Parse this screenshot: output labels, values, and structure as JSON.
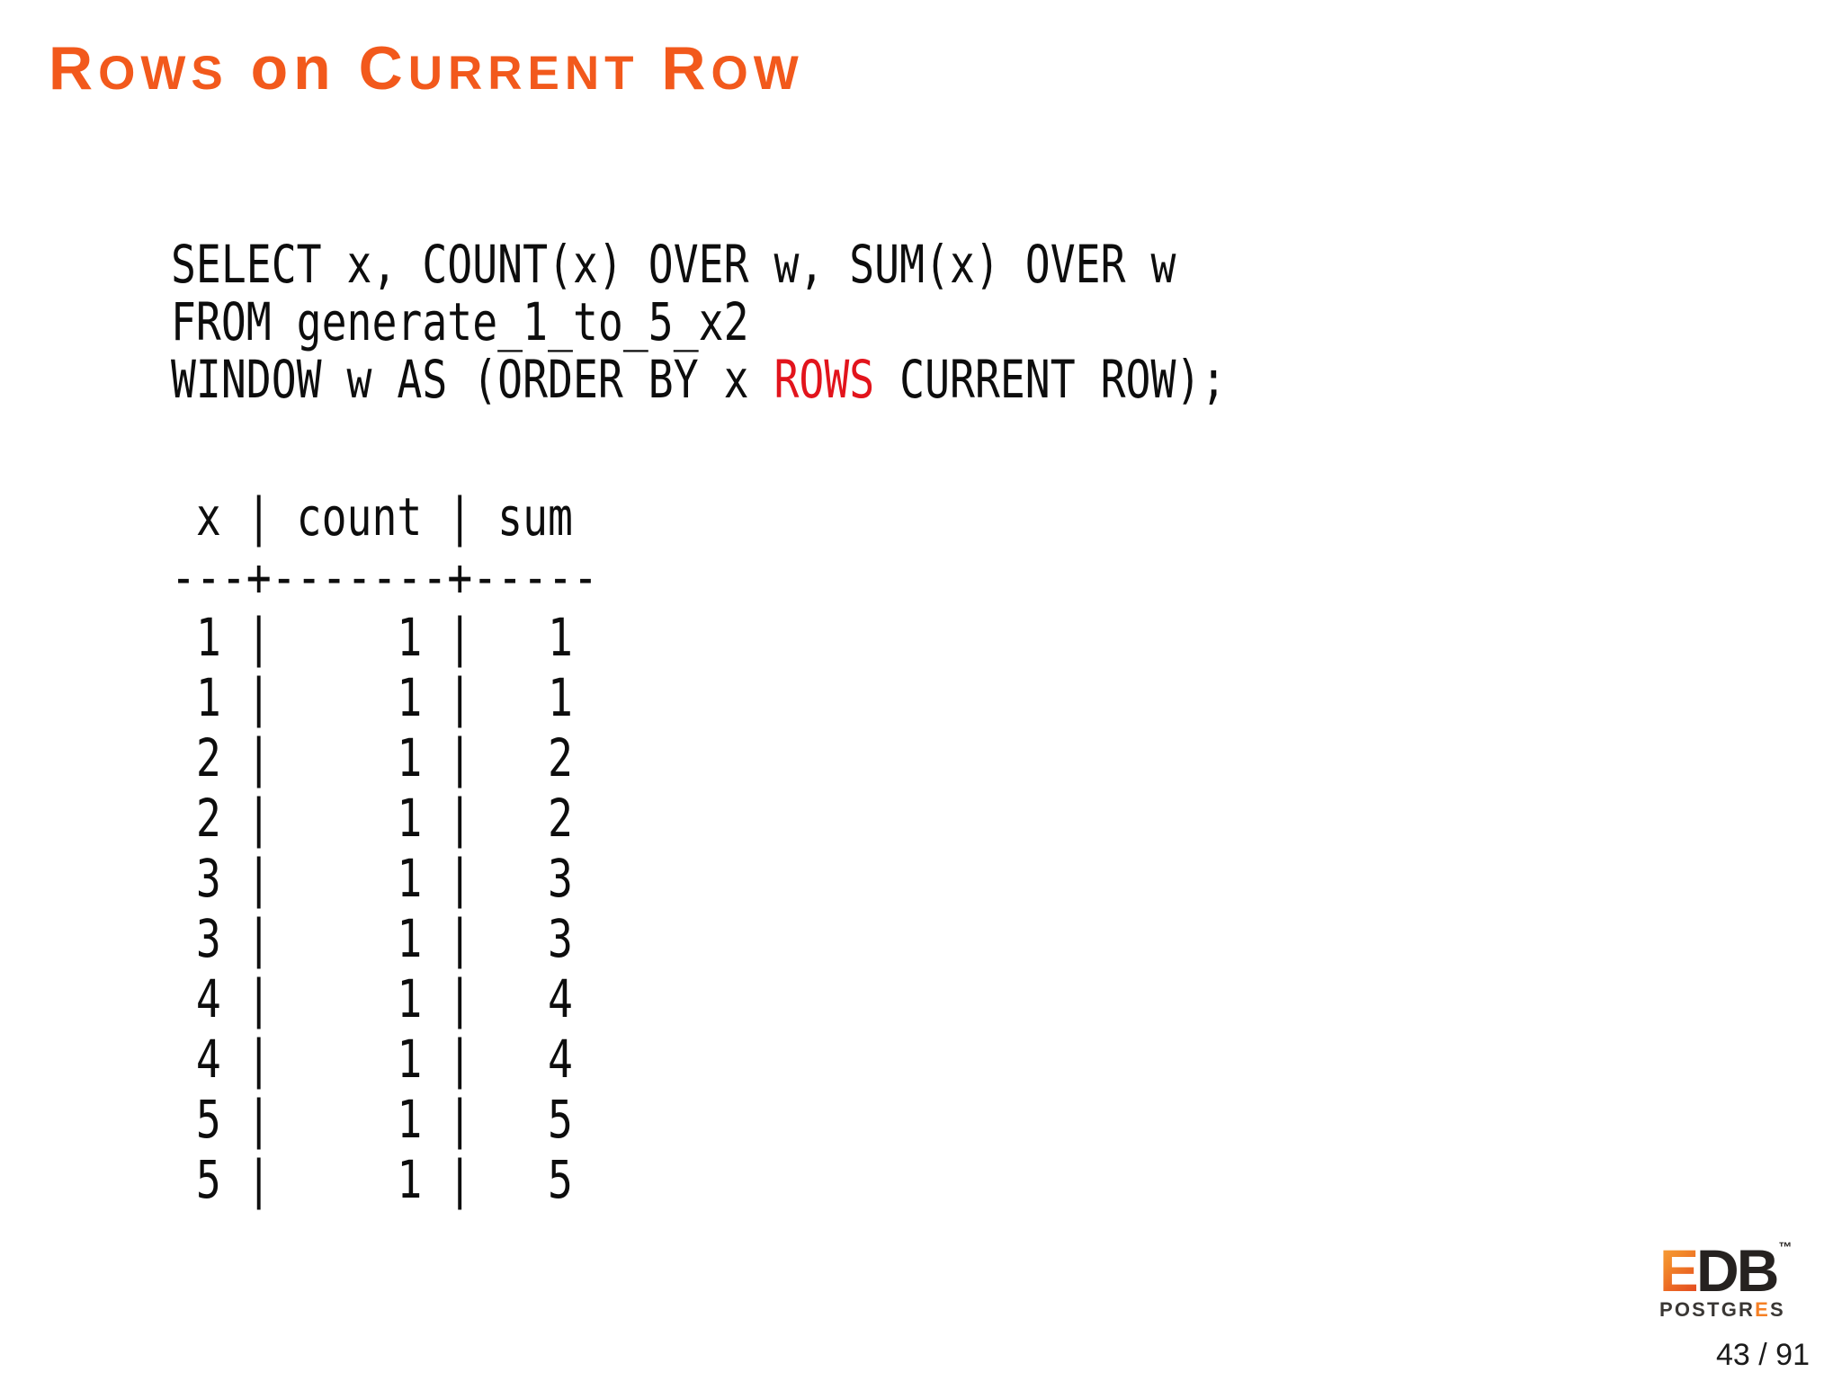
{
  "title": {
    "text": "Rows on Current Row",
    "parts": [
      "R",
      "OWS",
      " on ",
      "C",
      "URRENT",
      " R",
      "OW"
    ]
  },
  "code": {
    "line1": "SELECT x, COUNT(x) OVER w, SUM(x) OVER w",
    "line2": "FROM generate_1_to_5_x2",
    "line3_pre": "WINDOW w AS (ORDER BY x ",
    "line3_keyword": "ROWS",
    "line3_post": " CURRENT ROW);"
  },
  "result": {
    "header_line": " x | count | sum",
    "separator_line": "---+-------+-----",
    "row_lines": [
      " 1 |     1 |   1",
      " 1 |     1 |   1",
      " 2 |     1 |   2",
      " 2 |     1 |   2",
      " 3 |     1 |   3",
      " 3 |     1 |   3",
      " 4 |     1 |   4",
      " 4 |     1 |   4",
      " 5 |     1 |   5",
      " 5 |     1 |   5"
    ],
    "table": {
      "columns": [
        "x",
        "count",
        "sum"
      ],
      "rows": [
        [
          1,
          1,
          1
        ],
        [
          1,
          1,
          1
        ],
        [
          2,
          1,
          2
        ],
        [
          2,
          1,
          2
        ],
        [
          3,
          1,
          3
        ],
        [
          3,
          1,
          3
        ],
        [
          4,
          1,
          4
        ],
        [
          4,
          1,
          4
        ],
        [
          5,
          1,
          5
        ],
        [
          5,
          1,
          5
        ]
      ]
    }
  },
  "logo": {
    "edb_e": "E",
    "edb_db": "DB",
    "tm": "™",
    "postgres_pre": "POSTGR",
    "postgres_e": "E",
    "postgres_post": "S"
  },
  "footer": {
    "page_indicator": "43 / 91"
  },
  "colors": {
    "title_orange": "#F2591C",
    "keyword_red": "#E2141C",
    "code_text": "#0d0d0d",
    "logo_dark": "#262220",
    "logo_orange": "#F58025",
    "logo_gray": "#3A3734"
  }
}
